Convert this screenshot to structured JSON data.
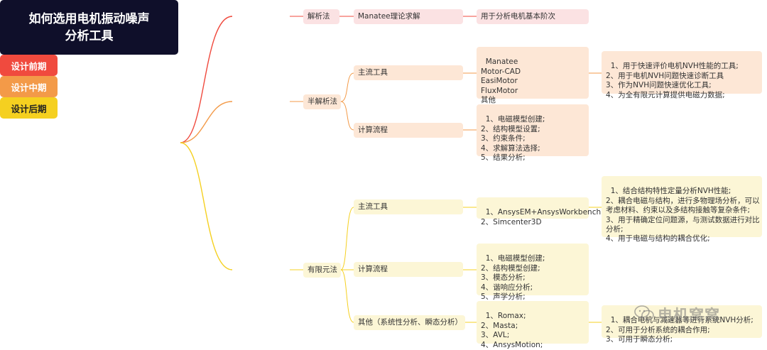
{
  "root": {
    "title": "如何选用电机振动噪声\n分析工具"
  },
  "colors": {
    "red": "#f04a3e",
    "orange": "#f39a48",
    "yellow": "#f5d020",
    "root": "#0f0f2a"
  },
  "stage1": {
    "label": "设计前期",
    "method": "解析法",
    "tool": "Manatee理论求解",
    "desc": "用于分析电机基本阶次"
  },
  "stage2": {
    "label": "设计中期",
    "method": "半解析法",
    "tools_label": "主流工具",
    "tools": "Manatee\nMotor-CAD\nEasiMotor\nFluxMotor\n其他",
    "tools_desc": "1、用于快速评价电机NVH性能的工具;\n2、用于电机NVH问题快速诊断工具\n3、作为NVH问题快速优化工具;\n4、为全有限元计算提供电磁力数据;",
    "flow_label": "计算流程",
    "flow": "1、电磁模型创建;\n2、结构模型设置;\n3、约束条件;\n4、求解算法选择;\n5、结果分析;"
  },
  "stage3": {
    "label": "设计后期",
    "method": "有限元法",
    "tools_label": "主流工具",
    "tools": "1、AnsysEM+AnsysWorkbench\n2、Simcenter3D",
    "tools_desc": "1、结合结构特性定量分析NVH性能;\n2、耦合电磁与结构，进行多物理场分析，可以\n考虑材料、约束以及多结构接触等复杂条件;\n3、用于精确定位问题源，与测试数据进行对比\n分析;\n4、用于电磁与结构的耦合优化;",
    "flow_label": "计算流程",
    "flow": "1、电磁模型创建;\n2、结构模型创建;\n3、模态分析;\n4、谐响应分析;\n5、声学分析;",
    "other_label": "其他（系统性分析、瞬态分析）",
    "other_tools": "1、Romax;\n2、Masta;\n3、AVL;\n4、AnsysMotion;",
    "other_desc": "1、耦合电机与减速器等进行系统NVH分析;\n2、可用于分析系统的耦合作用;\n3、可用于瞬态分析;"
  },
  "watermark": "电机窝窝"
}
